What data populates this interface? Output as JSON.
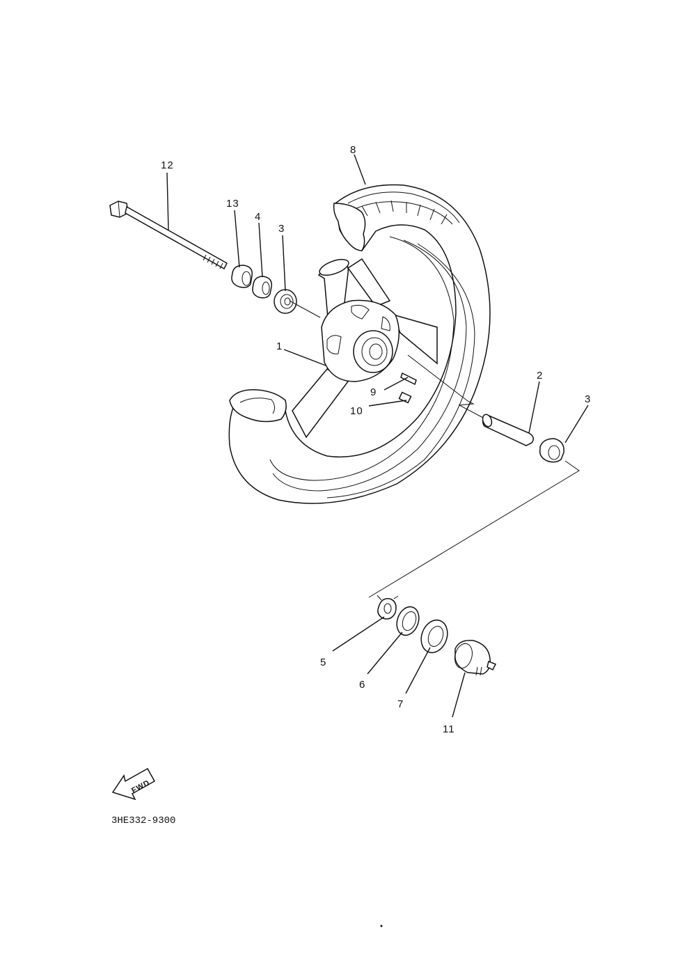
{
  "callouts": [
    {
      "id": "12",
      "text": "12"
    },
    {
      "id": "13",
      "text": "13"
    },
    {
      "id": "4",
      "text": "4"
    },
    {
      "id": "3a",
      "text": "3"
    },
    {
      "id": "8",
      "text": "8"
    },
    {
      "id": "1",
      "text": "1"
    },
    {
      "id": "9",
      "text": "9"
    },
    {
      "id": "10",
      "text": "10"
    },
    {
      "id": "2",
      "text": "2"
    },
    {
      "id": "3b",
      "text": "3"
    },
    {
      "id": "5",
      "text": "5"
    },
    {
      "id": "6",
      "text": "6"
    },
    {
      "id": "7",
      "text": "7"
    },
    {
      "id": "11",
      "text": "11"
    }
  ],
  "fwd_arrow": {
    "text": "FWD",
    "icon": "fwd-arrow-icon"
  },
  "diagram_code": "3HE332-9300"
}
